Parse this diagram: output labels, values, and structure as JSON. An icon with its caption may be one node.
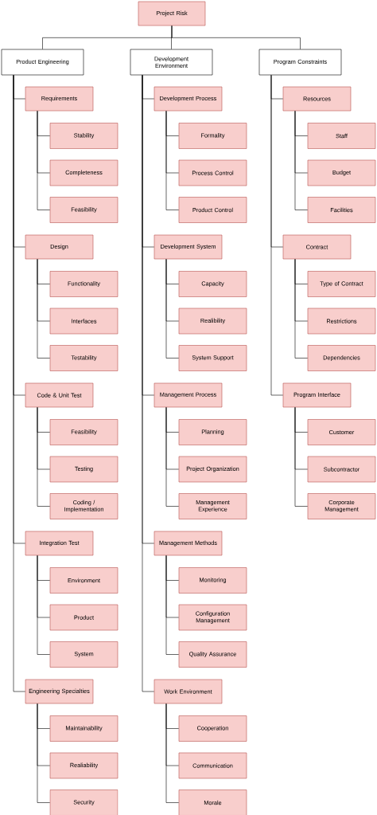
{
  "diagram": {
    "nodes": [
      {
        "text": [
          "Project Risk"
        ]
      },
      {
        "text": [
          "Product Engineering"
        ]
      },
      {
        "text": [
          "Development Environment"
        ]
      },
      {
        "text": [
          "Program Constraints"
        ]
      },
      {
        "text": [
          "Requirements"
        ]
      },
      {
        "text": [
          "Stability"
        ]
      },
      {
        "text": [
          "Completeness"
        ]
      },
      {
        "text": [
          "Feasibility"
        ]
      },
      {
        "text": [
          "Design"
        ]
      },
      {
        "text": [
          "Functionality"
        ]
      },
      {
        "text": [
          "Interfaces"
        ]
      },
      {
        "text": [
          "Testability"
        ]
      },
      {
        "text": [
          "Code & Unit Test"
        ]
      },
      {
        "text": [
          "Feasibility"
        ]
      },
      {
        "text": [
          "Testing"
        ]
      },
      {
        "text": [
          "Coding / Implementation"
        ]
      },
      {
        "text": [
          "Integration Test"
        ]
      },
      {
        "text": [
          "Environment"
        ]
      },
      {
        "text": [
          "Product"
        ]
      },
      {
        "text": [
          "System"
        ]
      },
      {
        "text": [
          "Engineering Specialties"
        ]
      },
      {
        "text": [
          "Maintainability"
        ]
      },
      {
        "text": [
          "Realiability"
        ]
      },
      {
        "text": [
          "Security"
        ]
      },
      {
        "text": [
          "Development Process"
        ]
      },
      {
        "text": [
          "Formality"
        ]
      },
      {
        "text": [
          "Process Control"
        ]
      },
      {
        "text": [
          "Product Control"
        ]
      },
      {
        "text": [
          "Development System"
        ]
      },
      {
        "text": [
          "Capacity"
        ]
      },
      {
        "text": [
          "Realibility"
        ]
      },
      {
        "text": [
          "System Support"
        ]
      },
      {
        "text": [
          "Management Process"
        ]
      },
      {
        "text": [
          "Planning"
        ]
      },
      {
        "text": [
          "Project Organization"
        ]
      },
      {
        "text": [
          "Management Experience"
        ]
      },
      {
        "text": [
          "Management Methods"
        ]
      },
      {
        "text": [
          "Monitoring"
        ]
      },
      {
        "text": [
          "Configuration Management"
        ]
      },
      {
        "text": [
          "Quality Assurance"
        ]
      },
      {
        "text": [
          "Work Environment"
        ]
      },
      {
        "text": [
          "Cooperation"
        ]
      },
      {
        "text": [
          "Communication"
        ]
      },
      {
        "text": [
          "Morale"
        ]
      },
      {
        "text": [
          "Resources"
        ]
      },
      {
        "text": [
          "Staff"
        ]
      },
      {
        "text": [
          "Budget"
        ]
      },
      {
        "text": [
          "Facilities"
        ]
      },
      {
        "text": [
          "Contract"
        ]
      },
      {
        "text": [
          "Type of Contract"
        ]
      },
      {
        "text": [
          "Restrictions"
        ]
      },
      {
        "text": [
          "Dependencies"
        ]
      },
      {
        "text": [
          "Program Interface"
        ]
      },
      {
        "text": [
          "Customer"
        ]
      },
      {
        "text": [
          "Subcontractor"
        ]
      },
      {
        "text": [
          "Corporate Management"
        ]
      }
    ],
    "edges": [
      {
        "from": 0,
        "to": 1,
        "arrow": "none"
      },
      {
        "from": 0,
        "to": 2,
        "arrow": "none"
      },
      {
        "from": 0,
        "to": 3,
        "arrow": "none"
      },
      {
        "from": 1,
        "to": 4,
        "arrow": "none"
      },
      {
        "from": 4,
        "to": 5,
        "arrow": "none"
      },
      {
        "from": 4,
        "to": 6,
        "arrow": "none"
      },
      {
        "from": 4,
        "to": 7,
        "arrow": "none"
      },
      {
        "from": 1,
        "to": 8,
        "arrow": "none"
      },
      {
        "from": 8,
        "to": 9,
        "arrow": "none"
      },
      {
        "from": 8,
        "to": 10,
        "arrow": "none"
      },
      {
        "from": 8,
        "to": 11,
        "arrow": "none"
      },
      {
        "from": 1,
        "to": 12,
        "arrow": "none"
      },
      {
        "from": 12,
        "to": 13,
        "arrow": "none"
      },
      {
        "from": 12,
        "to": 14,
        "arrow": "none"
      },
      {
        "from": 12,
        "to": 15,
        "arrow": "none"
      },
      {
        "from": 1,
        "to": 16,
        "arrow": "none"
      },
      {
        "from": 16,
        "to": 17,
        "arrow": "none"
      },
      {
        "from": 16,
        "to": 18,
        "arrow": "none"
      },
      {
        "from": 16,
        "to": 19,
        "arrow": "none"
      },
      {
        "from": 1,
        "to": 20,
        "arrow": "none"
      },
      {
        "from": 20,
        "to": 21,
        "arrow": "none"
      },
      {
        "from": 20,
        "to": 22,
        "arrow": "none"
      },
      {
        "from": 20,
        "to": 23,
        "arrow": "none"
      },
      {
        "from": 2,
        "to": 24,
        "arrow": "none"
      },
      {
        "from": 24,
        "to": 25,
        "arrow": "none"
      },
      {
        "from": 24,
        "to": 26,
        "arrow": "none"
      },
      {
        "from": 24,
        "to": 27,
        "arrow": "none"
      },
      {
        "from": 2,
        "to": 28,
        "arrow": "none"
      },
      {
        "from": 28,
        "to": 29,
        "arrow": "none"
      },
      {
        "from": 28,
        "to": 30,
        "arrow": "none"
      },
      {
        "from": 28,
        "to": 31,
        "arrow": "none"
      },
      {
        "from": 2,
        "to": 32,
        "arrow": "none"
      },
      {
        "from": 32,
        "to": 33,
        "arrow": "none"
      },
      {
        "from": 32,
        "to": 34,
        "arrow": "none"
      },
      {
        "from": 32,
        "to": 35,
        "arrow": "none"
      },
      {
        "from": 2,
        "to": 36,
        "arrow": "none"
      },
      {
        "from": 36,
        "to": 37,
        "arrow": "none"
      },
      {
        "from": 36,
        "to": 38,
        "arrow": "none"
      },
      {
        "from": 36,
        "to": 39,
        "arrow": "none"
      },
      {
        "from": 2,
        "to": 40,
        "arrow": "none"
      },
      {
        "from": 40,
        "to": 41,
        "arrow": "none"
      },
      {
        "from": 40,
        "to": 42,
        "arrow": "none"
      },
      {
        "from": 40,
        "to": 43,
        "arrow": "none"
      },
      {
        "from": 3,
        "to": 44,
        "arrow": "none"
      },
      {
        "from": 44,
        "to": 45,
        "arrow": "none"
      },
      {
        "from": 44,
        "to": 46,
        "arrow": "none"
      },
      {
        "from": 44,
        "to": 47,
        "arrow": "none"
      },
      {
        "from": 3,
        "to": 48,
        "arrow": "none"
      },
      {
        "from": 48,
        "to": 49,
        "arrow": "none"
      },
      {
        "from": 48,
        "to": 50,
        "arrow": "none"
      },
      {
        "from": 48,
        "to": 51,
        "arrow": "none"
      },
      {
        "from": 3,
        "to": 52,
        "arrow": "none"
      },
      {
        "from": 52,
        "to": 53,
        "arrow": "none"
      },
      {
        "from": 52,
        "to": 54,
        "arrow": "none"
      },
      {
        "from": 52,
        "to": 55,
        "arrow": "none"
      }
    ]
  }
}
